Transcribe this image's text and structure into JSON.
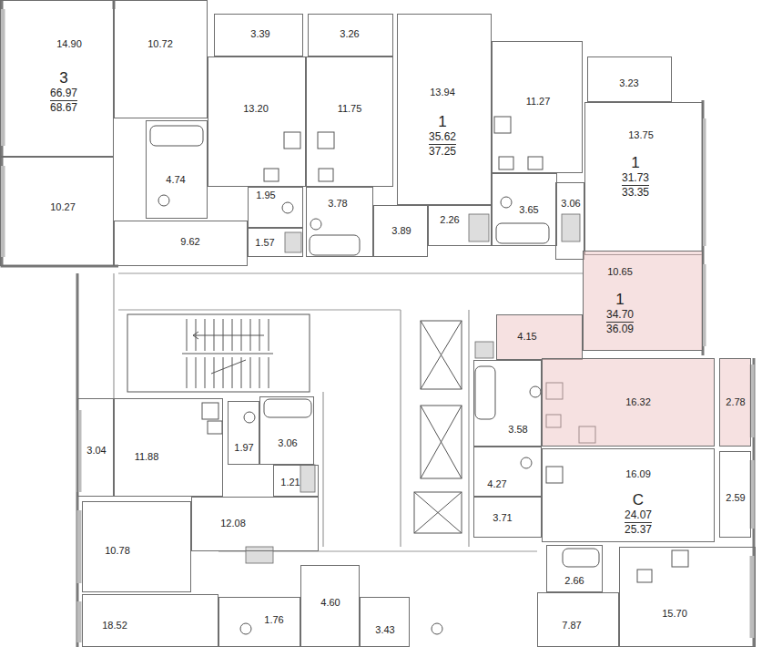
{
  "diagram": {
    "nodes": [
      {
        "text": [
          "14.90",
          "3",
          "66.97",
          "68.67"
        ]
      },
      {
        "text": [
          "10.72"
        ]
      },
      {
        "text": [
          "3.39"
        ]
      },
      {
        "text": [
          "3.26"
        ]
      },
      {
        "text": [
          "13.94",
          "1",
          "35.62",
          "37.25"
        ]
      },
      {
        "text": [
          "11.27"
        ]
      },
      {
        "text": [
          "3.23"
        ]
      },
      {
        "text": [
          "13.20"
        ]
      },
      {
        "text": [
          "11.75"
        ]
      },
      {
        "text": [
          "13.75",
          "1",
          "31.73",
          "33.35"
        ]
      },
      {
        "text": [
          "4.74"
        ]
      },
      {
        "text": [
          "10.27"
        ]
      },
      {
        "text": [
          "1.95"
        ]
      },
      {
        "text": [
          "3.78"
        ]
      },
      {
        "text": [
          "3.89"
        ]
      },
      {
        "text": [
          "2.26"
        ]
      },
      {
        "text": [
          "3.65"
        ]
      },
      {
        "text": [
          "3.06"
        ]
      },
      {
        "text": [
          "9.62"
        ]
      },
      {
        "text": [
          "1.57"
        ]
      },
      {
        "text": [
          "10.65",
          "1",
          "34.70",
          "36.09"
        ]
      },
      {
        "text": [
          "4.15"
        ]
      },
      {
        "text": [
          "3.58"
        ]
      },
      {
        "text": [
          "16.32"
        ]
      },
      {
        "text": [
          "2.78"
        ]
      },
      {
        "text": [
          "3.04"
        ]
      },
      {
        "text": [
          "11.88"
        ]
      },
      {
        "text": [
          "1.97"
        ]
      },
      {
        "text": [
          "3.06"
        ]
      },
      {
        "text": [
          "4.27"
        ]
      },
      {
        "text": [
          "16.09",
          "C",
          "24.07",
          "25.37"
        ]
      },
      {
        "text": [
          "2.59"
        ]
      },
      {
        "text": [
          "1.21"
        ]
      },
      {
        "text": [
          "12.08"
        ]
      },
      {
        "text": [
          "3.71"
        ]
      },
      {
        "text": [
          "10.78"
        ]
      },
      {
        "text": [
          "2.66"
        ]
      },
      {
        "text": [
          "15.70"
        ]
      },
      {
        "text": [
          "18.52"
        ]
      },
      {
        "text": [
          "1.76"
        ]
      },
      {
        "text": [
          "4.60"
        ]
      },
      {
        "text": [
          "7.87"
        ]
      },
      {
        "text": [
          "3.43"
        ]
      }
    ]
  }
}
